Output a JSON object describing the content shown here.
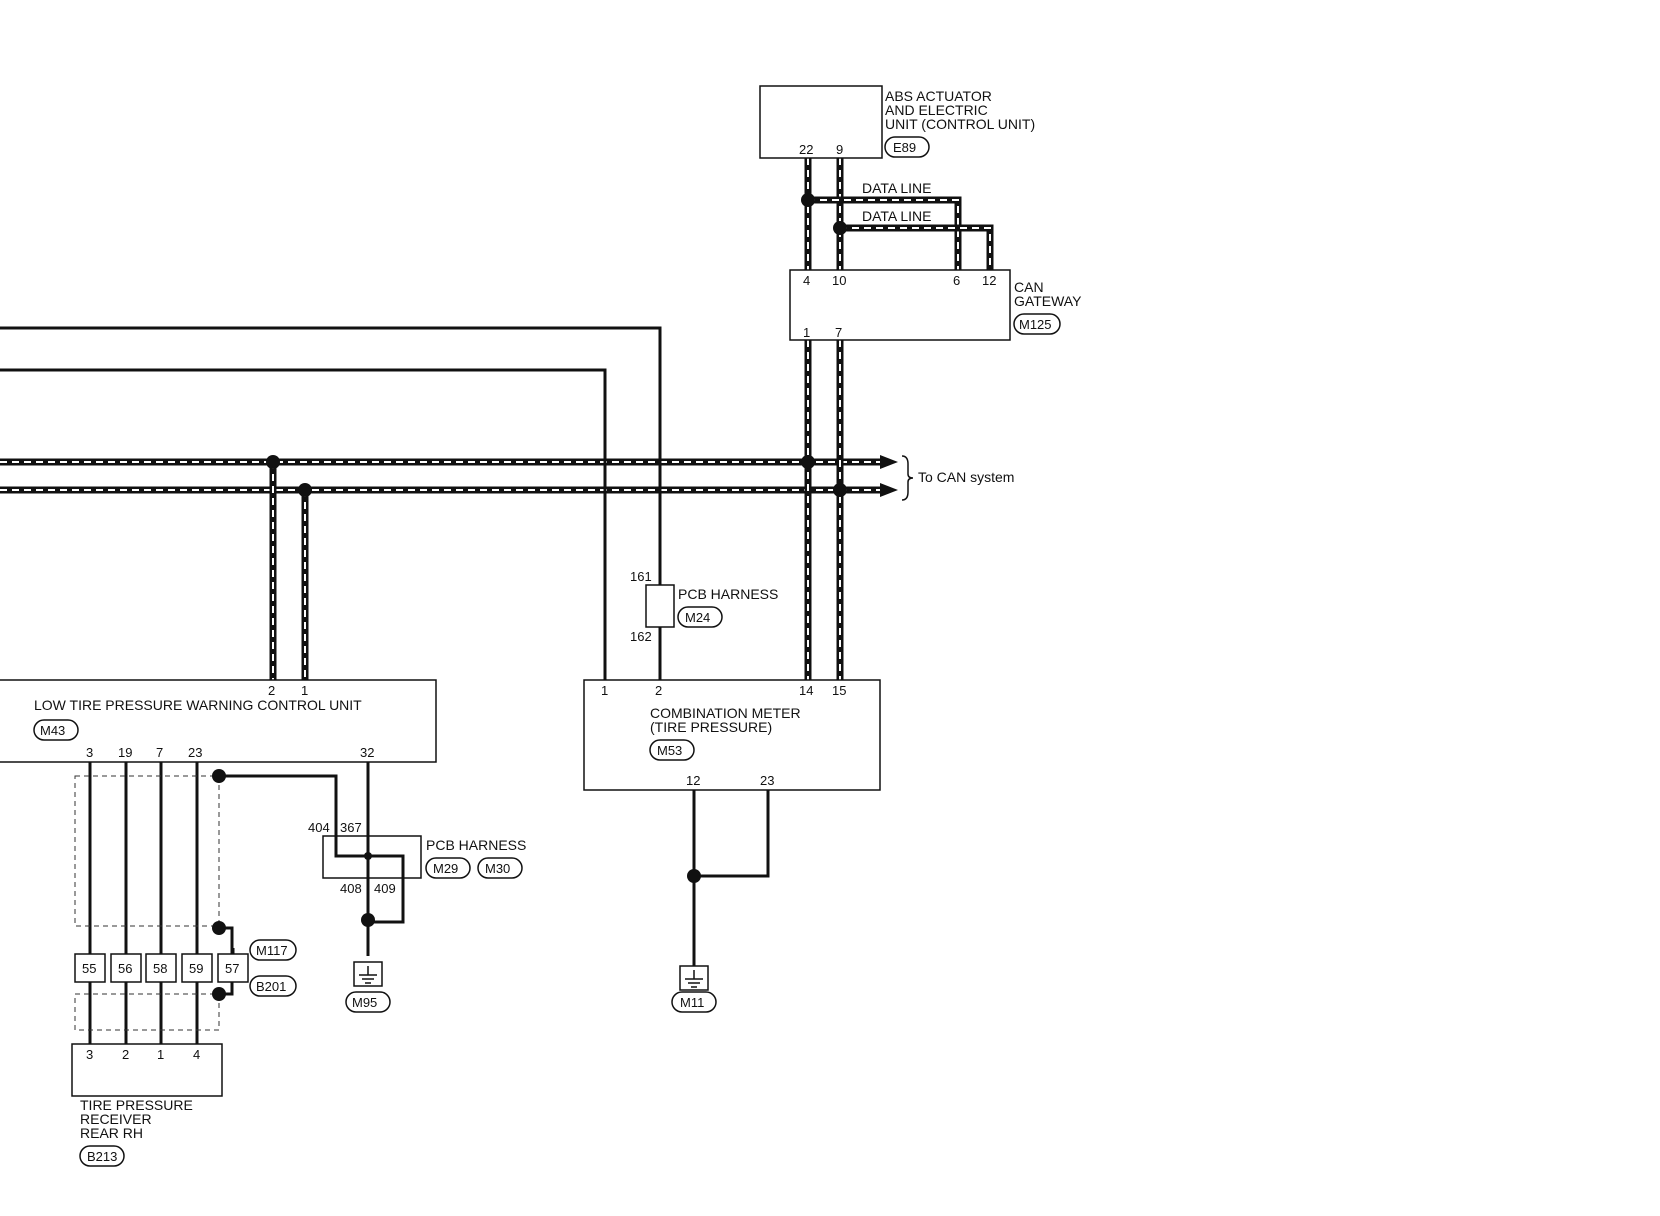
{
  "components": {
    "abs": {
      "lines": [
        "ABS ACTUATOR",
        "AND ELECTRIC",
        "UNIT (CONTROL UNIT)"
      ],
      "connector": "E89",
      "pins": [
        "22",
        "9"
      ]
    },
    "can_gateway": {
      "lines": [
        "CAN",
        "GATEWAY"
      ],
      "connector": "M125",
      "pins_top": [
        "4",
        "10",
        "6",
        "12"
      ],
      "pins_bottom": [
        "1",
        "7"
      ]
    },
    "data_line_1": "DATA LINE",
    "data_line_2": "DATA LINE",
    "can_system": "To CAN system",
    "pcb_m24": {
      "label": "PCB HARNESS",
      "connector": "M24",
      "pin_top": "161",
      "pin_bottom": "162"
    },
    "combination_meter": {
      "lines": [
        "COMBINATION METER",
        "(TIRE PRESSURE)"
      ],
      "connector": "M53",
      "pins_top": [
        "1",
        "2",
        "14",
        "15"
      ],
      "pins_bottom": [
        "12",
        "23"
      ]
    },
    "ltpw": {
      "label": "LOW TIRE PRESSURE WARNING CONTROL UNIT",
      "connector": "M43",
      "pins_top": [
        "2",
        "1"
      ],
      "pins_bottom": [
        "3",
        "19",
        "7",
        "23",
        "32"
      ]
    },
    "pcb_m29": {
      "label": "PCB HARNESS",
      "connectors": [
        "M29",
        "M30"
      ],
      "pins_top": [
        "404",
        "367"
      ],
      "pins_bottom": [
        "408",
        "409"
      ]
    },
    "junction": {
      "pins": [
        "55",
        "56",
        "58",
        "59",
        "57"
      ],
      "connectors": [
        "M117",
        "B201"
      ]
    },
    "receiver": {
      "lines": [
        "TIRE PRESSURE",
        "RECEIVER",
        "REAR RH"
      ],
      "connector": "B213",
      "pins": [
        "3",
        "2",
        "1",
        "4"
      ]
    },
    "ground_m95": "M95",
    "ground_m11": "M11"
  }
}
